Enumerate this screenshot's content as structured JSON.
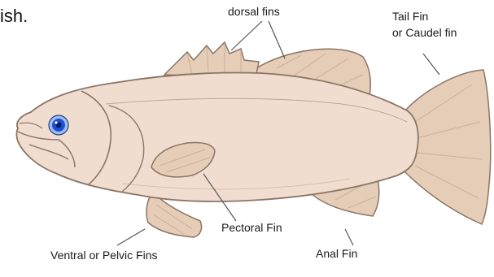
{
  "labels": {
    "fragment": "ish.",
    "dorsal": "dorsal fins",
    "tail_line1": "Tail Fin",
    "tail_line2": "or Caudel fin",
    "pectoral": "Pectoral Fin",
    "ventral": "Ventral or Pelvic Fins",
    "anal": "Anal Fin"
  },
  "colors": {
    "body_fill": "#f1ddd0",
    "fin_fill": "#e6cdb8",
    "outline": "#8a7565",
    "eye_outer": "#1d4fd6",
    "eye_ring": "#9cc0f2",
    "leader": "#555555"
  }
}
